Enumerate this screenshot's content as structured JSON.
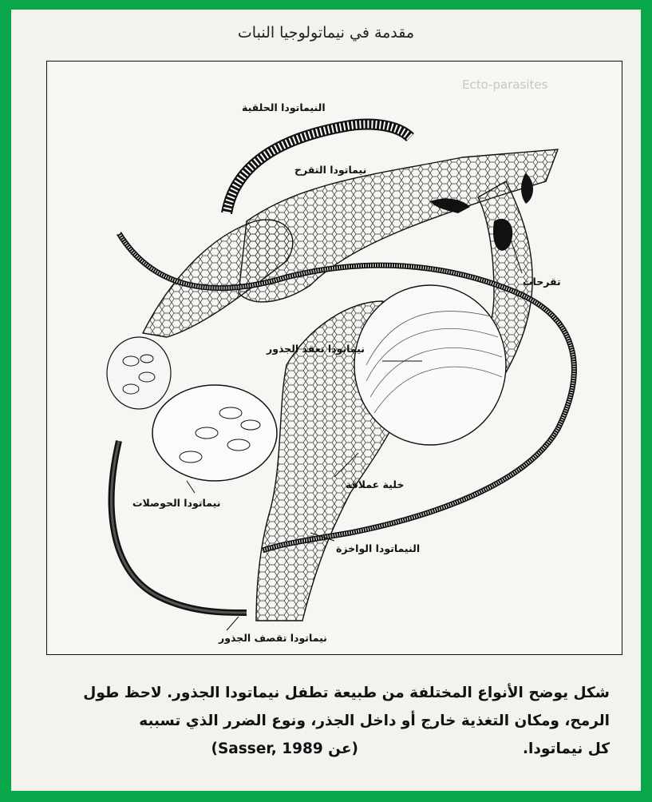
{
  "page": {
    "title": "مقدمة في نيماتولوجيا النبات"
  },
  "figure": {
    "labels": {
      "ring": "النيماتودا الحلقية",
      "lesion": "نيماتودا التقرح",
      "lesions": "تقرحات",
      "root_knot": "نيماتودا تعقد الجذور",
      "giant_cell": "خلية عملاقة",
      "cyst": "نيماتودا الحوصلات",
      "sting": "النيماتودا الواخزة",
      "stubby_root": "نيماتودا تقصف الجذور"
    }
  },
  "caption": {
    "line1": "شكل يوضح الأنواع المختلفة من طبيعة تطفل نيماتودا الجذور. لاحظ طول",
    "line2": "الرمح، ومكان التغذية خارج أو داخل الجذر، ونوع الضرر الذي تسببه",
    "line3_text": "كل نيماتودا.",
    "line3_cite": "(عن Sasser, 1989)"
  },
  "colors": {
    "border": "#0aa64a",
    "paper": "#f3f2ee",
    "ink": "#111111"
  }
}
